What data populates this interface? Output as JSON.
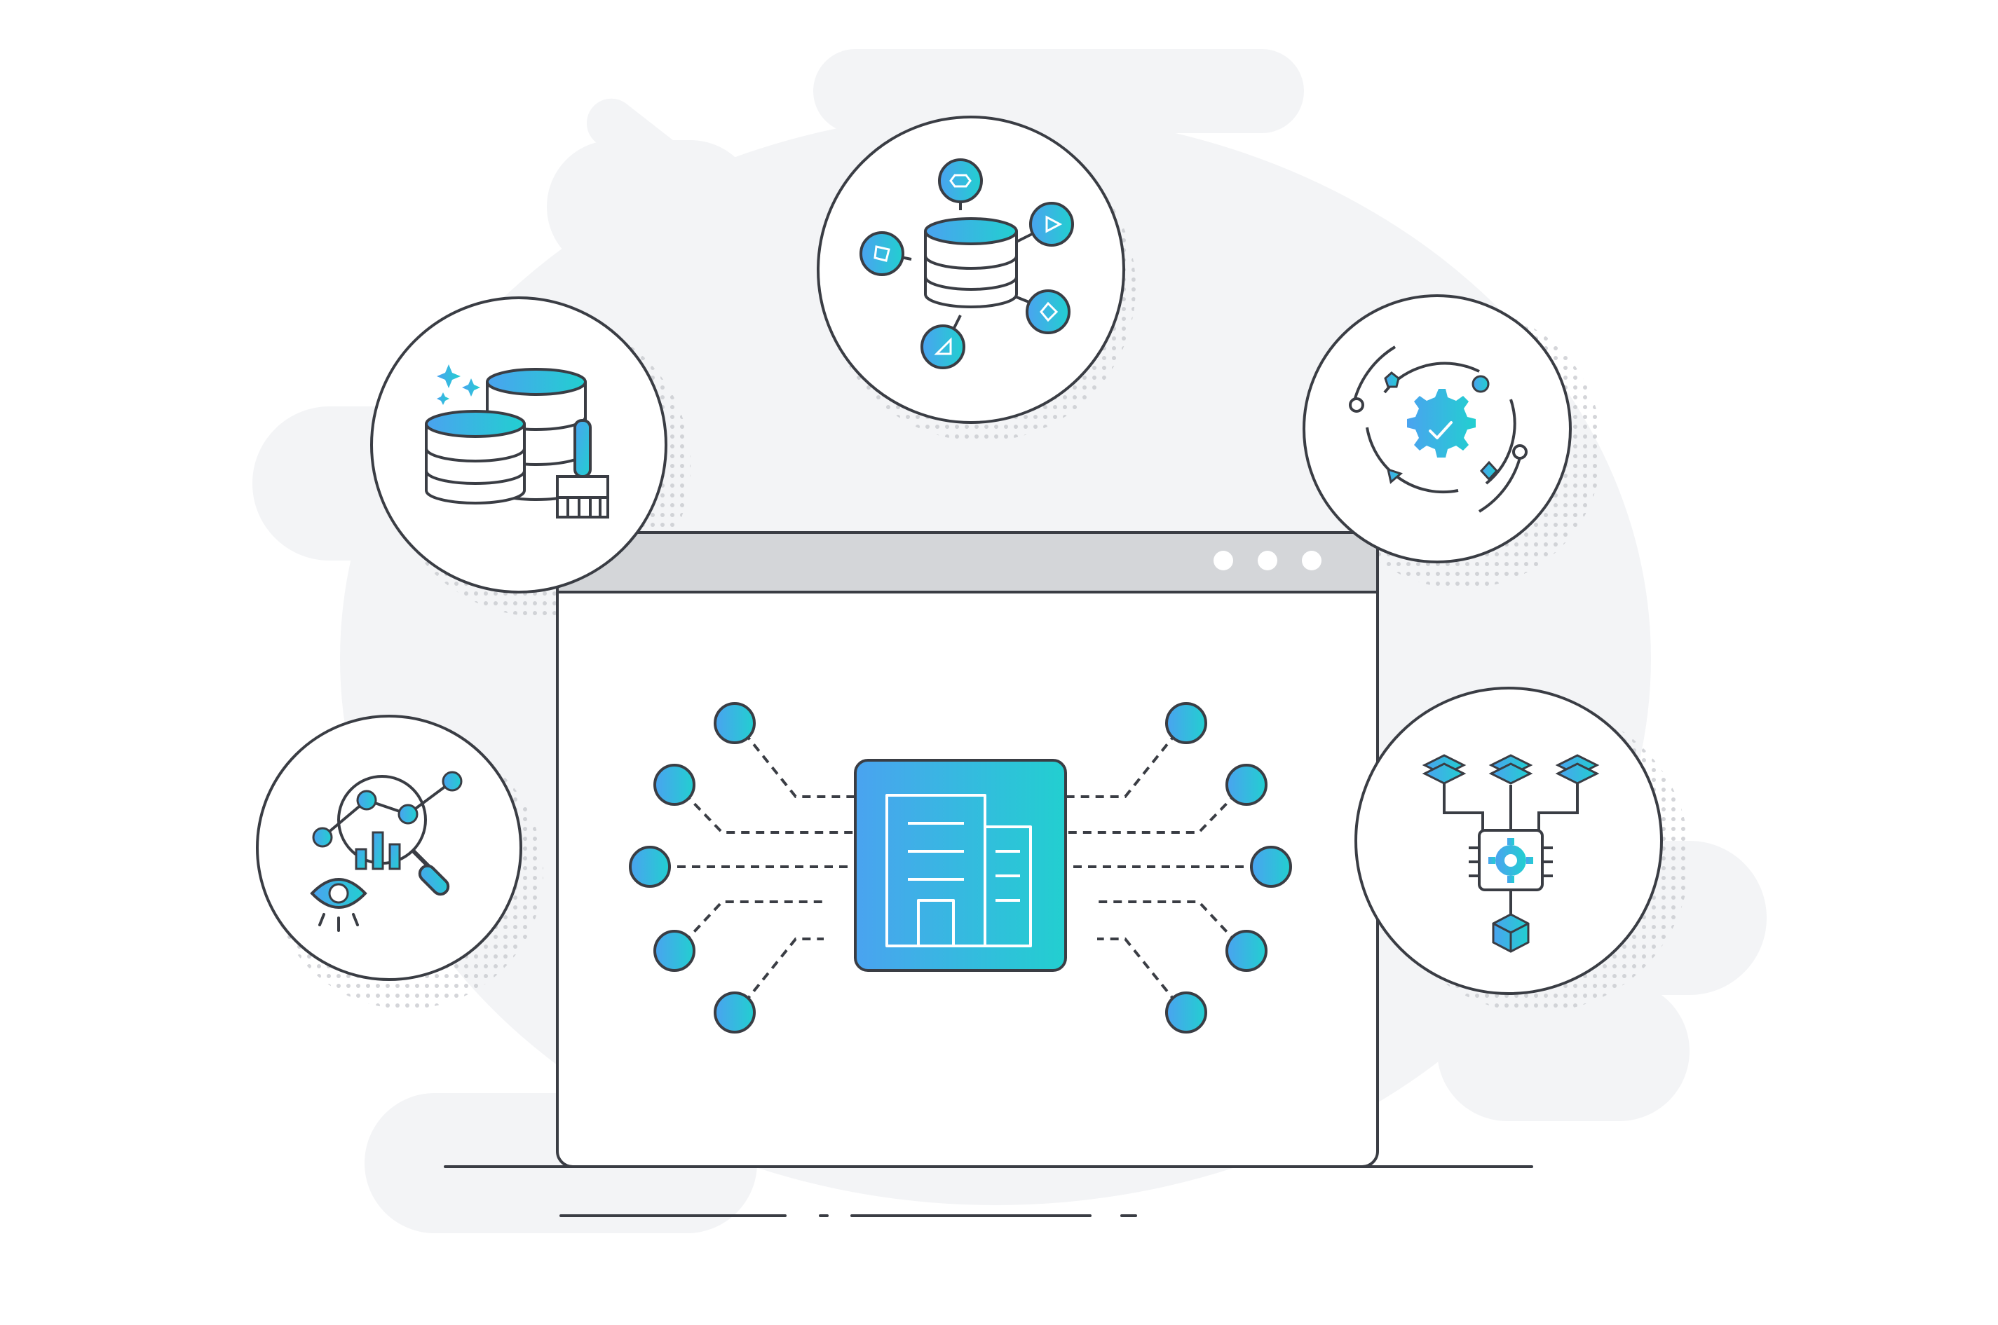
{
  "colors": {
    "background": "#ffffff",
    "backdrop_blob": "#f3f4f6",
    "halftone_dots": "#c9cbcf",
    "outline": "#3a3d44",
    "window_titlebar": "#d4d6d9",
    "titlebar_dot": "#ffffff",
    "gradient_start": "#4aa3f0",
    "gradient_end": "#22cfd0"
  },
  "illustration": {
    "central_window": {
      "titlebar_dots": 3,
      "hub_icon": "office-building-icon",
      "left_nodes": 5,
      "right_nodes": 5
    },
    "feature_circles": [
      {
        "position": "top-center",
        "icon": "database-network-icon"
      },
      {
        "position": "upper-left",
        "icon": "database-cleaning-icon"
      },
      {
        "position": "upper-right",
        "icon": "gear-check-cycle-icon"
      },
      {
        "position": "lower-left",
        "icon": "analytics-magnifier-eye-icon"
      },
      {
        "position": "lower-right",
        "icon": "processor-pipeline-icon"
      }
    ]
  }
}
